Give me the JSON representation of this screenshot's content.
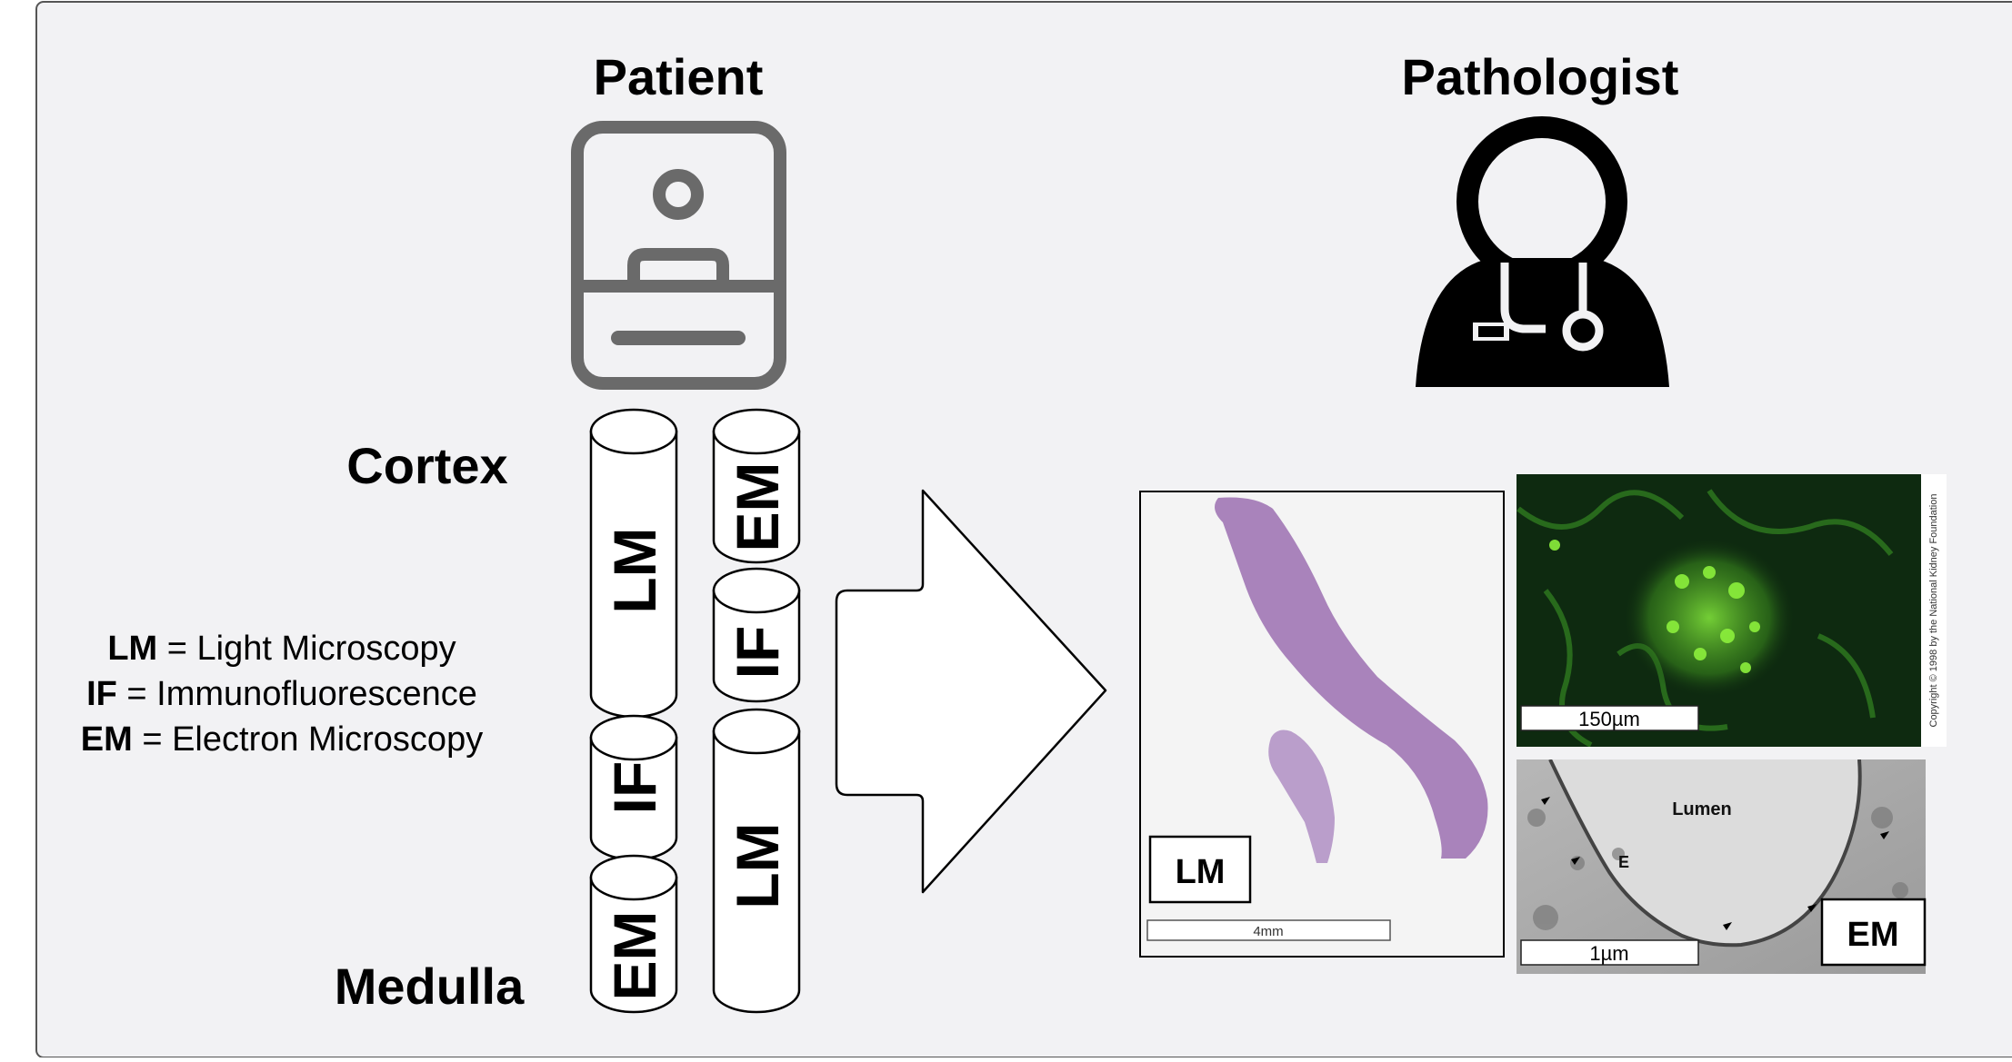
{
  "colors": {
    "panel_bg": "#f2f2f4",
    "panel_border": "#555555",
    "icon_gray": "#6a6a6a",
    "icon_black": "#000000",
    "lm_stain": "#9b6fb0",
    "if_glow": "#5fd12a",
    "if_bg": "#0e2a10",
    "em_bg": "#c9c9c9"
  },
  "icons": {
    "patient": "patient-id-card-icon",
    "pathologist": "doctor-stethoscope-icon"
  },
  "headings": {
    "patient": "Patient",
    "pathologist": "Pathologist"
  },
  "orientation": {
    "top": "Cortex",
    "bottom": "Medulla"
  },
  "legend": [
    {
      "abbr": "LM",
      "desc": " = Light Microscopy"
    },
    {
      "abbr": "IF",
      "desc": " = Immunofluorescence"
    },
    {
      "abbr": "EM",
      "desc": " = Electron Microscopy"
    }
  ],
  "cores": {
    "core1": [
      "LM",
      "IF",
      "EM"
    ],
    "core2": [
      "EM",
      "IF",
      "LM"
    ]
  },
  "images": {
    "lm": {
      "label": "LM",
      "scale": "4mm"
    },
    "if": {
      "scale": "150µm",
      "copyright": "Copyright © 1998 by the National Kidney Foundation"
    },
    "em": {
      "label": "EM",
      "scale": "1µm",
      "lumen": "Lumen",
      "e_marker": "E"
    }
  }
}
